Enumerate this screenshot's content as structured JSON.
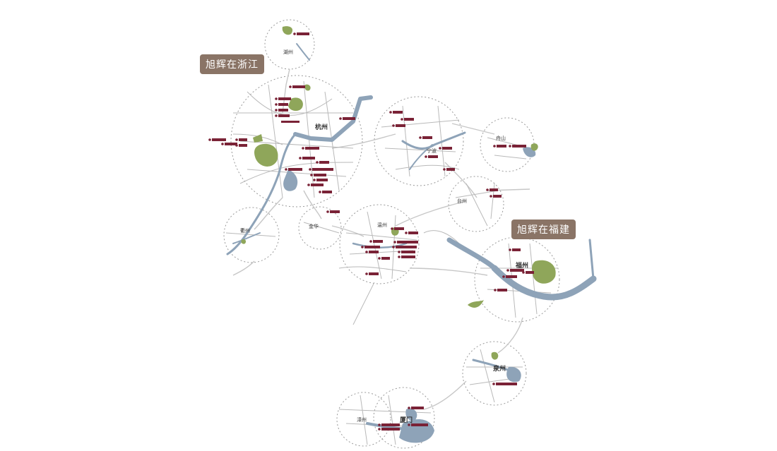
{
  "regions": {
    "zhejiang": "旭辉在浙江",
    "fujian": "旭辉在福建"
  },
  "cities": {
    "huzhou": "湖州",
    "hangzhou": "杭州",
    "ningbo": "宁波",
    "zhoushan": "舟山",
    "taizhou": "台州",
    "jinhua": "金华",
    "quzhou": "衢州",
    "wenzhou": "温州",
    "fuzhou": "福州",
    "quanzhou": "泉州",
    "zhangzhou": "漳州",
    "xiamen": "厦门"
  },
  "colors": {
    "badge": "#8a7466",
    "water": "#8ea3b8",
    "park": "#8fa65a",
    "project_tag": "#7a2236",
    "circle": "#9a9a9a",
    "road": "#b9b9b9"
  }
}
